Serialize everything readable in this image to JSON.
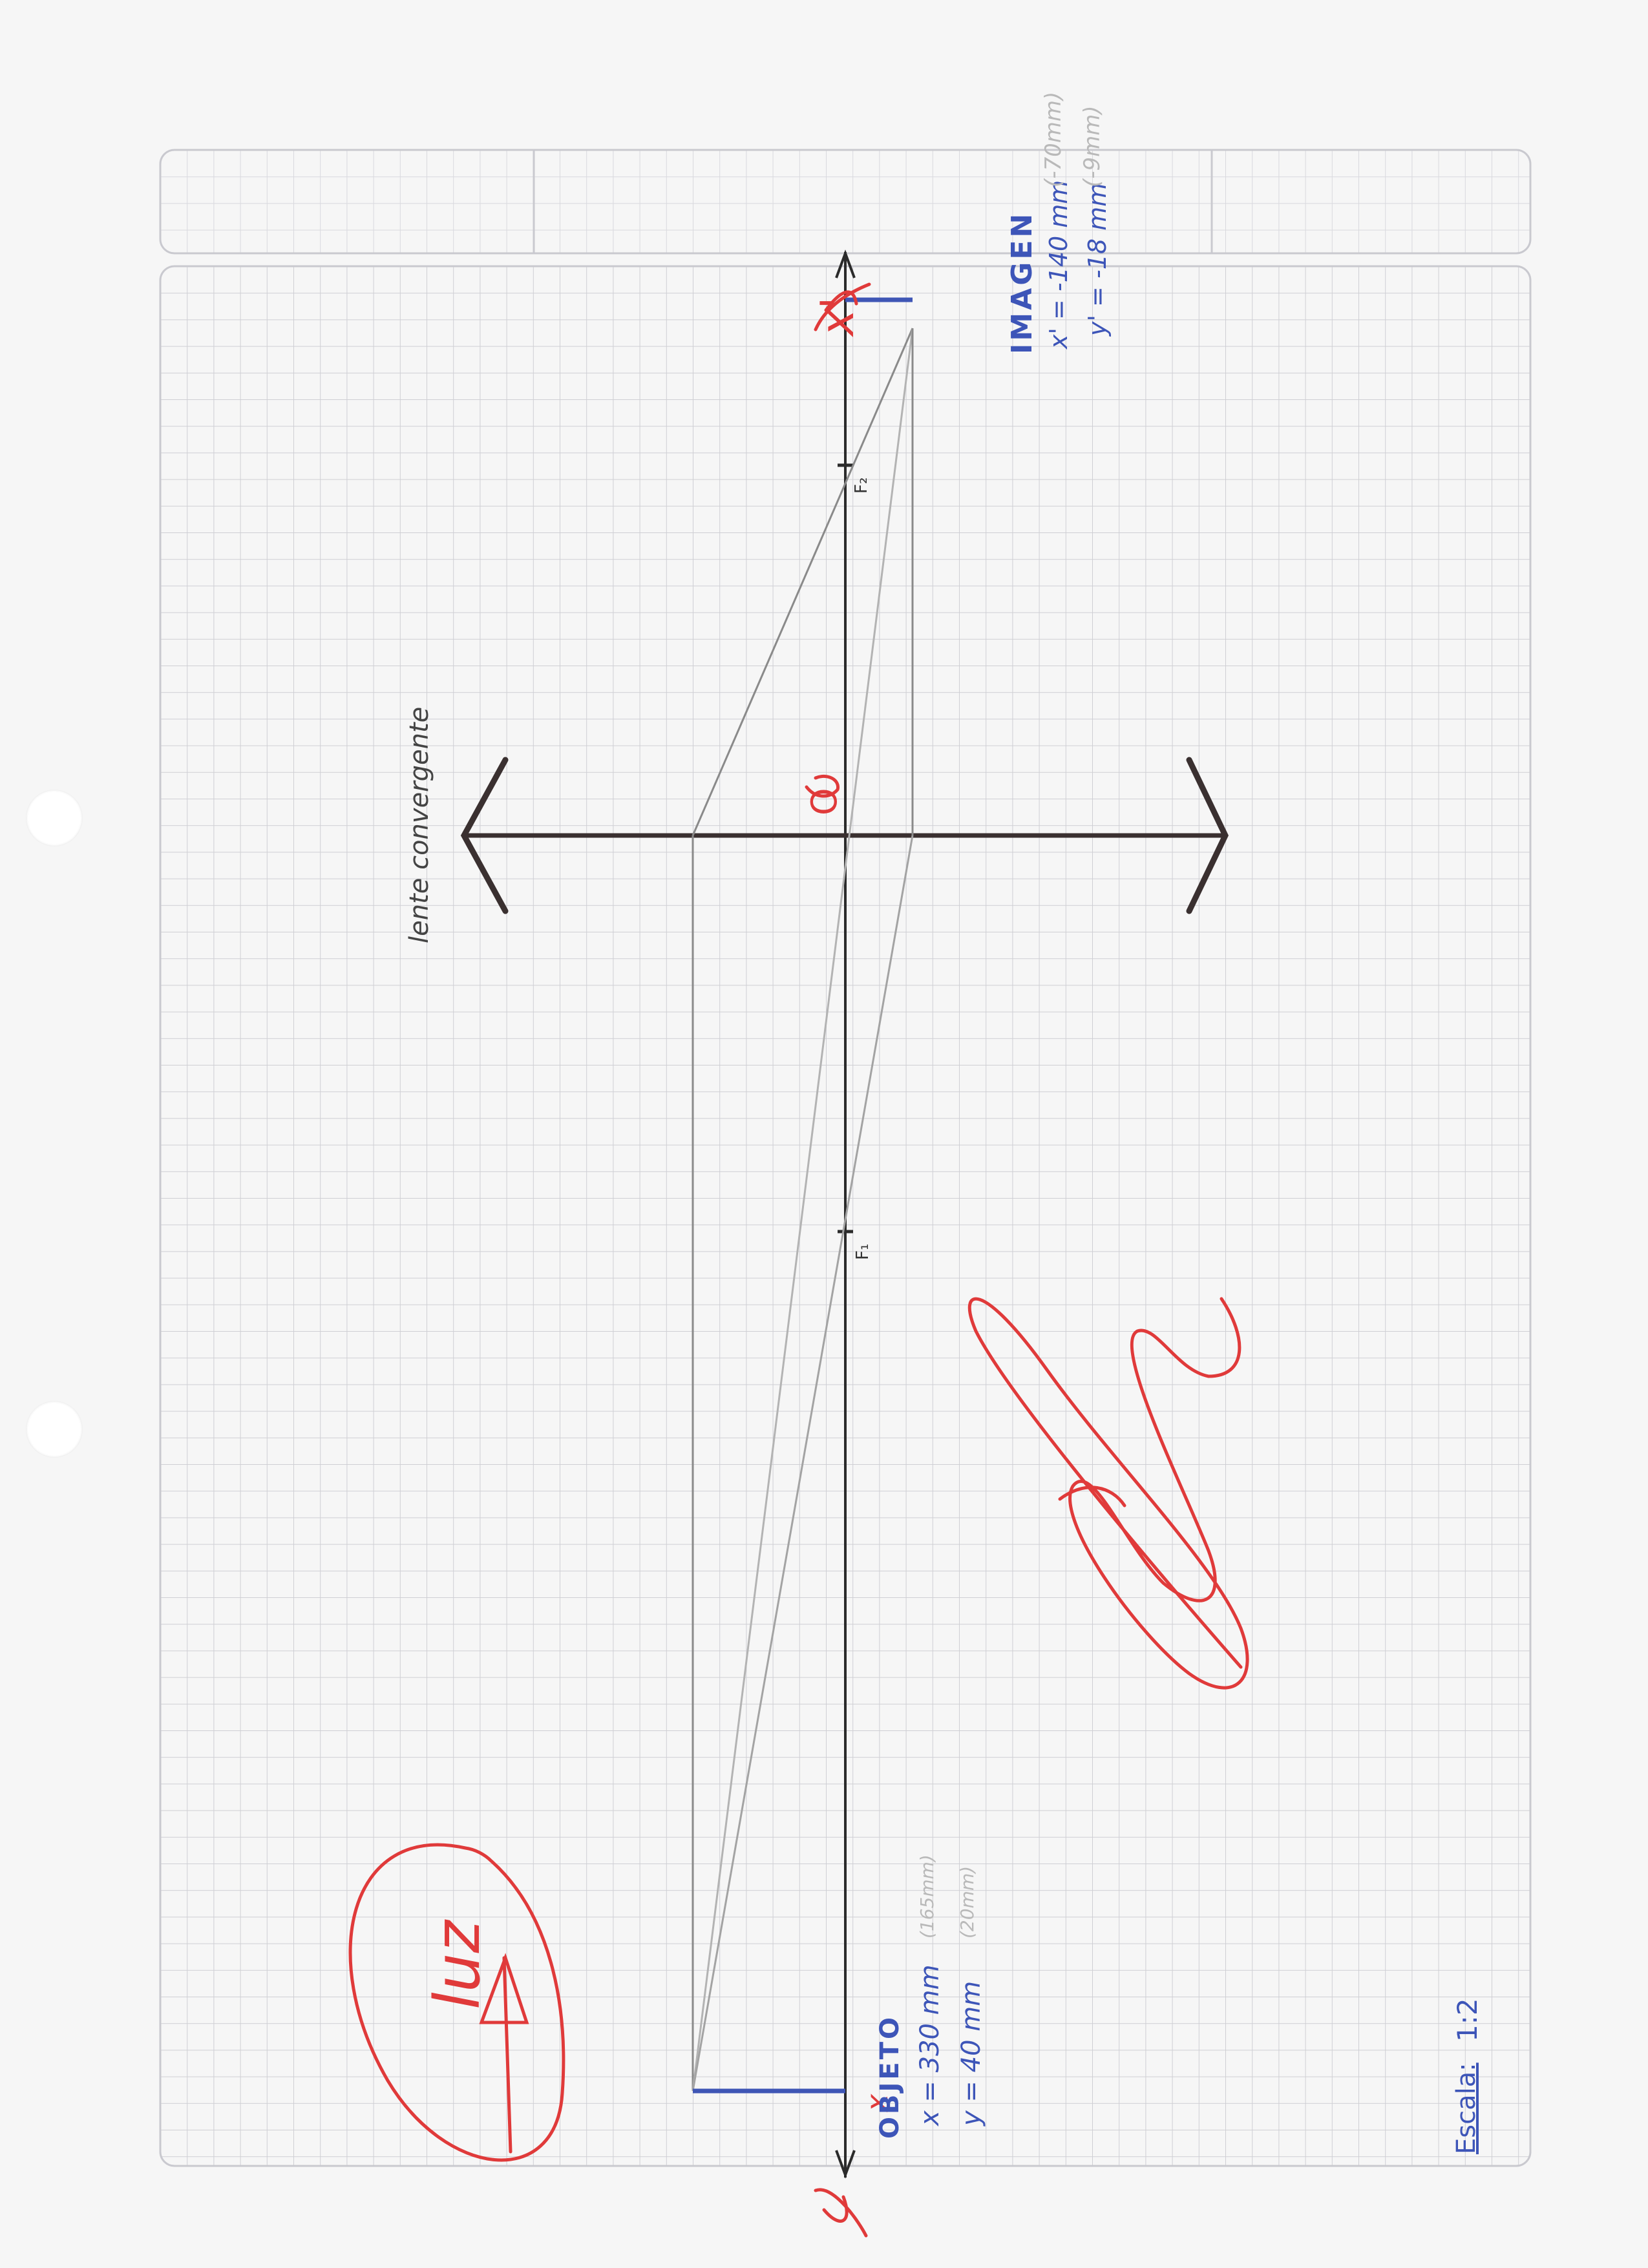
{
  "diagram": {
    "lens_label": "lente convergente",
    "optical_center": "O",
    "focus_1": "F₁",
    "focus_2": "F₂",
    "object_point": "x",
    "image_point": "x'"
  },
  "object_block": {
    "title": "OBJETO",
    "x_value": "x = 330 mm",
    "y_value": "y = 40 mm",
    "x_scaled": "(165mm)",
    "y_scaled": "(20mm)"
  },
  "image_block": {
    "title": "IMAGEN",
    "x_value": "x' = -140 mm",
    "y_value": "y' = -18 mm",
    "x_scaled": "(-70mm)",
    "y_scaled": "(-9mm)"
  },
  "scale": {
    "label": "Escala:",
    "value": "1:2"
  },
  "annotations": {
    "light_label": "luz"
  },
  "colors": {
    "paper": "#f6f6f6",
    "grid": "#cfcfd4",
    "axis": "#2b2b2b",
    "lens": "#3a3030",
    "ray": "#8a8a8a",
    "object_image": "#3f56b5",
    "red_ink": "#e03a3a",
    "blue_ink": "#3d55b8",
    "faint_pencil": "#b9b9b9"
  }
}
